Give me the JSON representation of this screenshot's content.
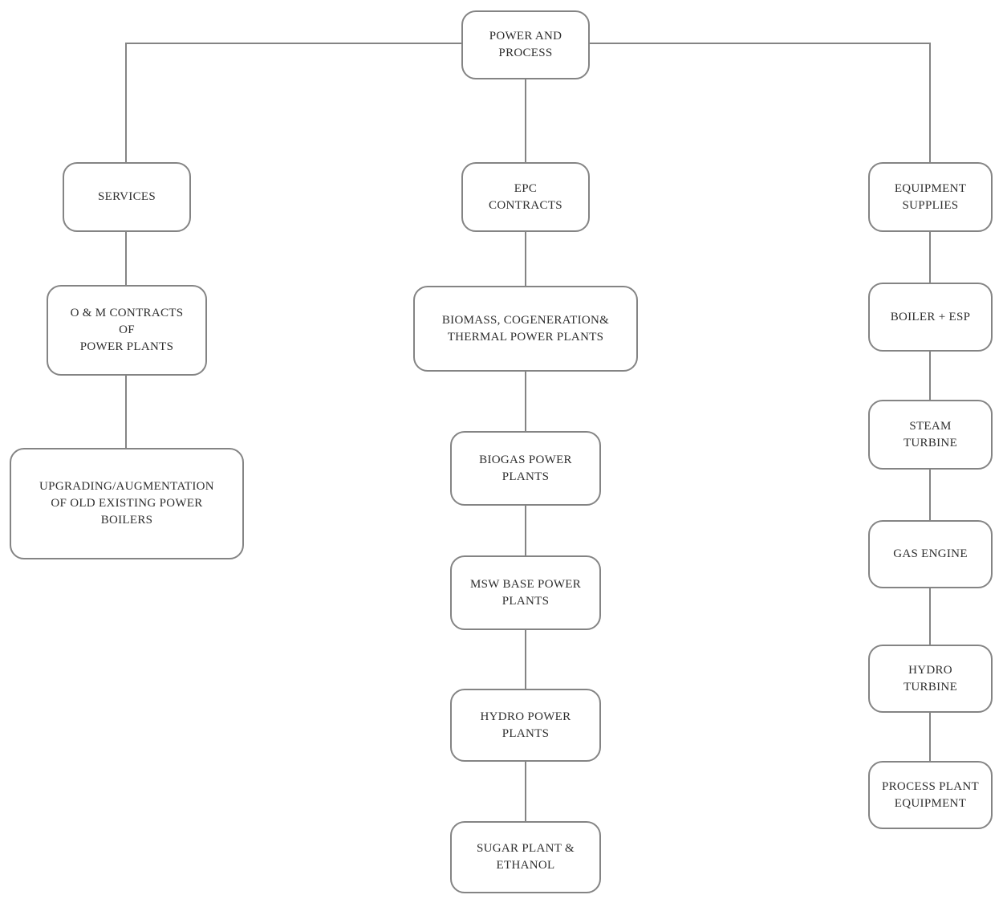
{
  "diagram_title": "POWER AND PROCESS organization chart",
  "colors": {
    "background": "#ffffff",
    "node_fill": "#ffffff",
    "node_border": "#848484",
    "line": "#848484",
    "text": "#2e2e2e"
  },
  "nodes": {
    "power_and_process": {
      "label": "POWER AND\nPROCESS"
    },
    "services": {
      "label": "SERVICES"
    },
    "om_contracts": {
      "label": "O & M CONTRACTS\nOF\nPOWER PLANTS"
    },
    "upgrading": {
      "label": "UPGRADING/AUGMENTATION\nOF OLD EXISTING POWER\nBOILERS"
    },
    "epc_contracts": {
      "label": "EPC\nCONTRACTS"
    },
    "biomass": {
      "label": "BIOMASS, COGENERATION&\nTHERMAL POWER PLANTS"
    },
    "biogas": {
      "label": "BIOGAS POWER\nPLANTS"
    },
    "msw": {
      "label": "MSW BASE POWER\nPLANTS"
    },
    "hydro_power": {
      "label": "HYDRO POWER\nPLANTS"
    },
    "sugar_ethanol": {
      "label": "SUGAR PLANT &\nETHANOL"
    },
    "equipment_supplies": {
      "label": "EQUIPMENT\nSUPPLIES"
    },
    "boiler_esp": {
      "label": "BOILER + ESP"
    },
    "steam_turbine": {
      "label": "STEAM\nTURBINE"
    },
    "gas_engine": {
      "label": "GAS ENGINE"
    },
    "hydro_turbine": {
      "label": "HYDRO\nTURBINE"
    },
    "process_plant_equipment": {
      "label": "PROCESS PLANT\nEQUIPMENT"
    }
  },
  "structure": {
    "root": "POWER AND PROCESS",
    "branches": [
      {
        "head": "SERVICES",
        "children": [
          "O & M CONTRACTS OF POWER PLANTS",
          "UPGRADING/AUGMENTATION OF OLD EXISTING POWER BOILERS"
        ]
      },
      {
        "head": "EPC CONTRACTS",
        "children": [
          "BIOMASS, COGENERATION& THERMAL POWER PLANTS",
          "BIOGAS POWER PLANTS",
          "MSW BASE POWER PLANTS",
          "HYDRO POWER PLANTS",
          "SUGAR PLANT & ETHANOL"
        ]
      },
      {
        "head": "EQUIPMENT SUPPLIES",
        "children": [
          "BOILER + ESP",
          "STEAM TURBINE",
          "GAS ENGINE",
          "HYDRO TURBINE",
          "PROCESS PLANT EQUIPMENT"
        ]
      }
    ]
  }
}
